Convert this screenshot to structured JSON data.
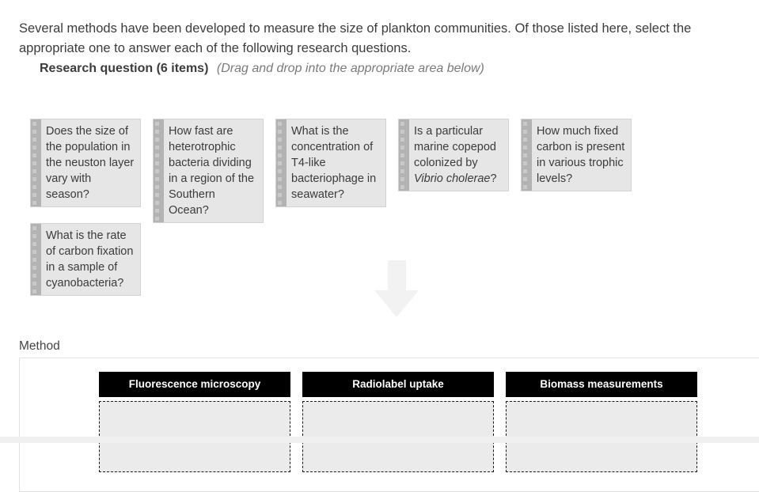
{
  "intro": {
    "line1": "Several methods have been developed to measure the size of plankton communities. Of those listed here, select the",
    "line2": "appropriate one to answer each of the following research questions.",
    "group_label": "Research question (6 items)",
    "drag_hint": "(Drag and drop into the appropriate area below)"
  },
  "questions": [
    {
      "segments": [
        {
          "text": "Does the size of the population in the neuston layer vary with season?",
          "italic": false
        }
      ]
    },
    {
      "segments": [
        {
          "text": "How fast are heterotrophic bacteria dividing in a region of the Southern Ocean?",
          "italic": false
        }
      ]
    },
    {
      "segments": [
        {
          "text": "What is the concentration of T4-like bacteriophage in seawater?",
          "italic": false
        }
      ]
    },
    {
      "segments": [
        {
          "text": "Is a particular marine copepod colonized by ",
          "italic": false
        },
        {
          "text": "Vibrio cholerae",
          "italic": true
        },
        {
          "text": "?",
          "italic": false
        }
      ]
    },
    {
      "segments": [
        {
          "text": "How much fixed carbon is present in various trophic levels?",
          "italic": false
        }
      ]
    },
    {
      "segments": [
        {
          "text": "What is the rate of carbon fixation in a sample of cyanobacteria?",
          "italic": false
        }
      ]
    }
  ],
  "icons": {
    "down_arrow": "down-arrow-icon",
    "drag_handle": "drag-handle-icon"
  },
  "method": {
    "label": "Method",
    "columns": [
      {
        "label": "Fluorescence microscopy"
      },
      {
        "label": "Radiolabel uptake"
      },
      {
        "label": "Biomass measurements"
      }
    ]
  },
  "colors": {
    "method_header_bg": "#000000",
    "method_header_text": "#ffffff",
    "card_bg": "#e6e6e6",
    "drag_handle": "#b3b3b3",
    "dropzone_bg": "#ebebeb",
    "arrow": "#f2f2f2",
    "body_text": "#3c3c3c",
    "hint_text": "#7a7a7a"
  }
}
